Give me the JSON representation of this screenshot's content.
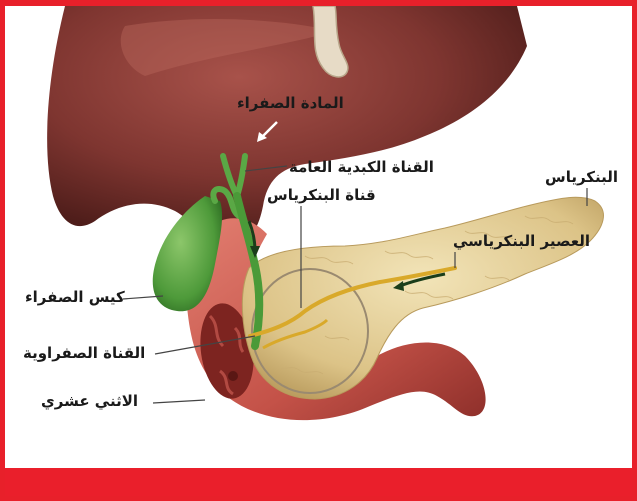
{
  "labels": {
    "bile": "المادة الصفراء",
    "common_hepatic_duct": "القناة الكبدية العامة",
    "pancreatic_duct": "قناة البنكرياس",
    "pancreas": "البنكرياس",
    "pancreatic_juice": "العصير البنكرياسي",
    "gallbladder": "كيس الصفراء",
    "bile_duct": "القناة الصفراوية",
    "duodenum": "الاثني عشري"
  },
  "colors": {
    "frame_red": "#e8202a",
    "liver": "#7e3530",
    "gallbladder": "#4e9a3a",
    "pancreas": "#e2cc92",
    "duodenum": "#c95a50",
    "bile_duct": "#d9a92a"
  }
}
